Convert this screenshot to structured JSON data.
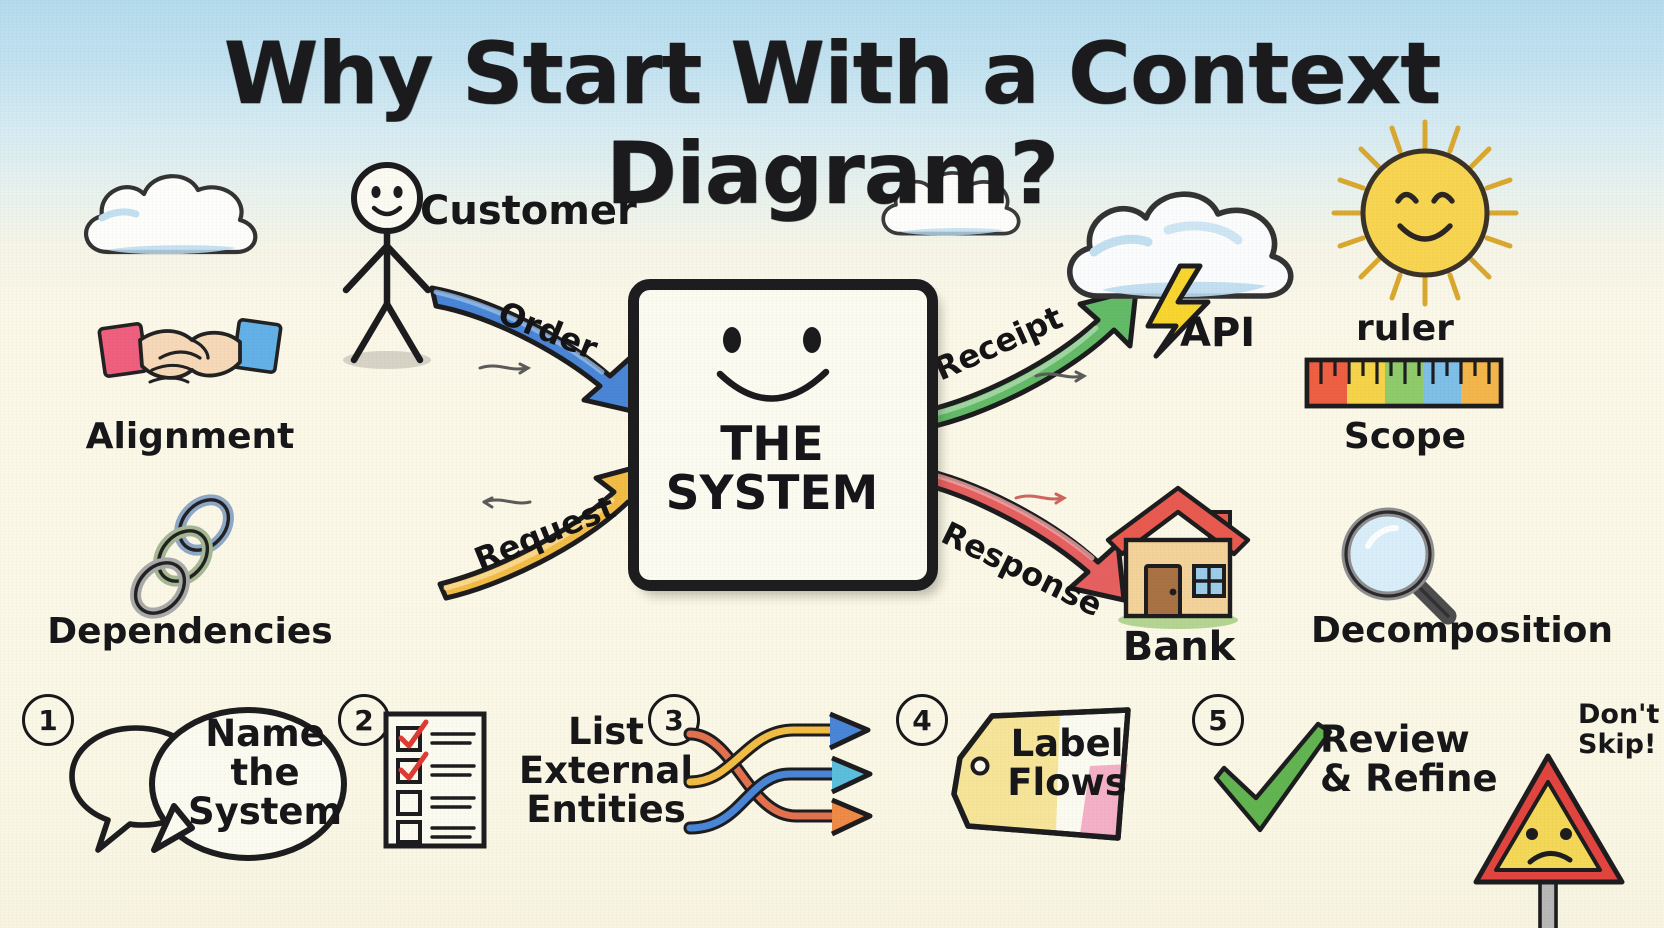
{
  "title": "Why Start With a Context Diagram?",
  "system": {
    "name": "THE\nSYSTEM",
    "face": "smiley-face"
  },
  "actors": [
    {
      "id": "customer",
      "label": "Customer",
      "icon": "stick-figure-icon"
    },
    {
      "id": "api",
      "label": "API",
      "icon": "cloud-lightning-icon"
    },
    {
      "id": "bank",
      "label": "Bank",
      "icon": "house-icon"
    }
  ],
  "flows": [
    {
      "id": "order",
      "label": "Order",
      "color": "#4a86d8",
      "direction": "in"
    },
    {
      "id": "request",
      "label": "Request",
      "color": "#f2bc45",
      "direction": "in"
    },
    {
      "id": "receipt",
      "label": "Receipt",
      "color": "#63bb68",
      "direction": "out"
    },
    {
      "id": "response",
      "label": "Response",
      "color": "#e76060",
      "direction": "out"
    }
  ],
  "benefits": [
    {
      "id": "alignment",
      "label": "Alignment",
      "icon": "handshake-icon"
    },
    {
      "id": "dependencies",
      "label": "Dependencies",
      "icon": "chain-link-icon"
    },
    {
      "id": "scope",
      "label": "Scope",
      "icon": "ruler-icon",
      "caption": "ruler"
    },
    {
      "id": "decomposition",
      "label": "Decomposition",
      "icon": "magnifying-glass-icon"
    }
  ],
  "steps": [
    {
      "num": "1",
      "label": "Name\nthe\nSystem",
      "icon": "speech-bubbles-icon"
    },
    {
      "num": "2",
      "label": "List\nExternal\nEntities",
      "icon": "checklist-icon"
    },
    {
      "num": "3",
      "label": "",
      "icon": "crossing-arrows-icon"
    },
    {
      "num": "4",
      "label": "Label\nFlows",
      "icon": "price-tag-icon"
    },
    {
      "num": "5",
      "label": "Review\n& Refine",
      "icon": "green-check-icon"
    }
  ],
  "warning": {
    "label": "Don't\nSkip!",
    "icon": "warning-sign-sad-face-icon"
  },
  "decor": {
    "sun": "smiling-sun-icon",
    "clouds": [
      "cloud-icon",
      "cloud-icon"
    ]
  },
  "colors": {
    "paper": "#fbf8e9",
    "sky": "#b4dcee",
    "ink": "#17171a",
    "order": "#4a86d8",
    "request": "#f2bc45",
    "receipt": "#63bb68",
    "response": "#e76060",
    "warning_red": "#e2453f",
    "warning_yellow": "#f4d857",
    "sun_yellow": "#f8d551",
    "check_green": "#62b451"
  }
}
